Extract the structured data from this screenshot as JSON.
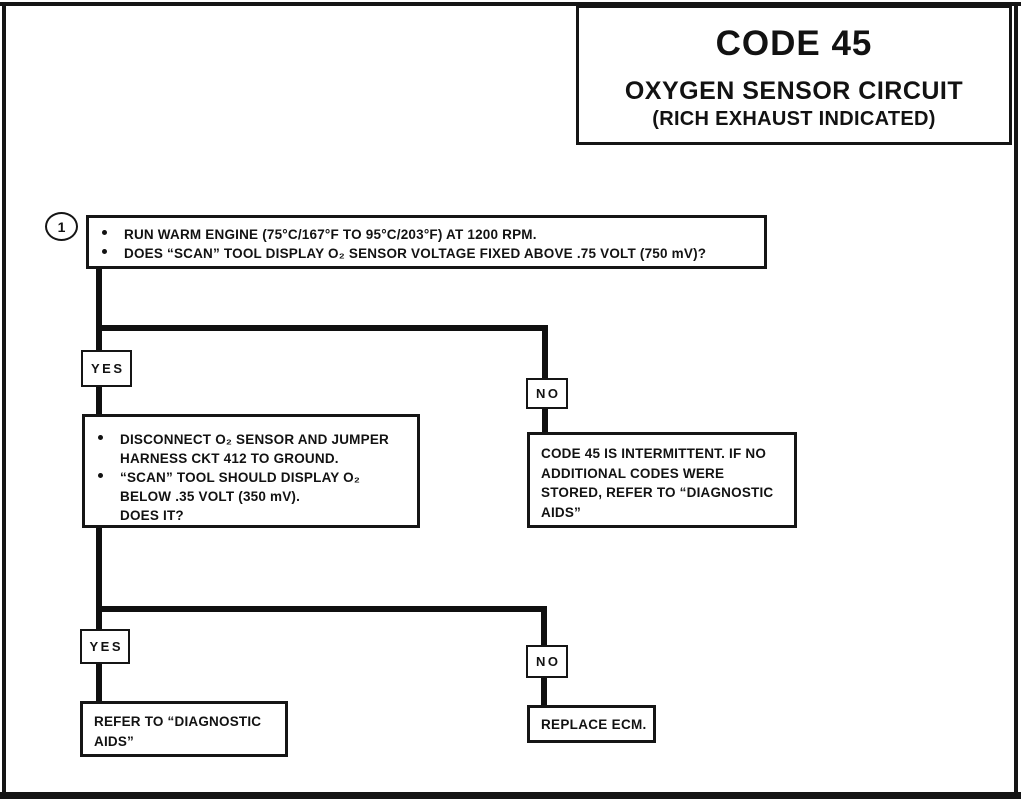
{
  "header": {
    "code": "CODE 45",
    "title": "OXYGEN SENSOR CIRCUIT",
    "subtitle": "(RICH EXHAUST INDICATED)"
  },
  "step1": {
    "number": "1",
    "bullets": [
      "RUN WARM ENGINE (75°C/167°F TO 95°C/203°F) AT 1200 RPM.",
      "DOES “SCAN” TOOL DISPLAY O₂ SENSOR VOLTAGE FIXED ABOVE .75 VOLT (750 mV)?"
    ]
  },
  "branch1": {
    "yes_label": "YES",
    "no_label": "NO",
    "yes_box": {
      "bullets": [
        "DISCONNECT O₂ SENSOR AND JUMPER HARNESS CKT 412 TO GROUND.",
        "“SCAN” TOOL SHOULD DISPLAY O₂ BELOW .35 VOLT (350 mV)."
      ],
      "tail": "DOES IT?"
    },
    "no_box": {
      "text": "CODE 45 IS INTERMITTENT. IF NO ADDITIONAL CODES WERE STORED, REFER TO “DIAGNOSTIC AIDS”"
    }
  },
  "branch2": {
    "yes_label": "YES",
    "no_label": "NO",
    "yes_box": {
      "text": "REFER TO “DIAGNOSTIC AIDS”"
    },
    "no_box": {
      "text": "REPLACE ECM."
    }
  },
  "colors": {
    "ink": "#151515",
    "paper": "#ffffff"
  }
}
